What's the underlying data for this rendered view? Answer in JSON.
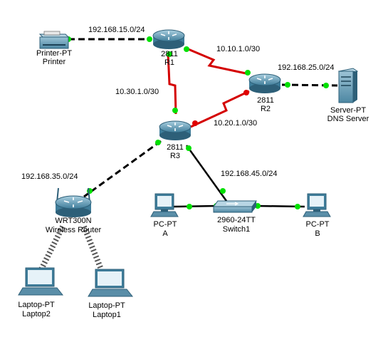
{
  "devices": {
    "printer": {
      "type": "Printer-PT",
      "name": "Printer"
    },
    "r1": {
      "type": "2811",
      "name": "R1"
    },
    "r2": {
      "type": "2811",
      "name": "R2"
    },
    "r3": {
      "type": "2811",
      "name": "R3"
    },
    "server": {
      "type": "Server-PT",
      "name": "DNS Server"
    },
    "wireless": {
      "type": "WRT300N",
      "name": "Wireless Router"
    },
    "switch": {
      "type": "2960-24TT",
      "name": "Switch1"
    },
    "pc_a": {
      "type": "PC-PT",
      "name": "A"
    },
    "pc_b": {
      "type": "PC-PT",
      "name": "B"
    },
    "laptop2": {
      "type": "Laptop-PT",
      "name": "Laptop2"
    },
    "laptop1": {
      "type": "Laptop-PT",
      "name": "Laptop1"
    }
  },
  "networks": {
    "printer_lan": "192.168.15.0/24",
    "r1_r2": "10.10.1.0/30",
    "r1_r3": "10.30.1.0/30",
    "r2_r3": "10.20.1.0/30",
    "server_lan": "192.168.25.0/24",
    "wireless_lan": "192.168.35.0/24",
    "switch_lan": "192.168.45.0/24"
  },
  "colors": {
    "link_up": "#00e000",
    "link_down": "#e00000",
    "serial": "#d40000",
    "ethernet": "#000000",
    "device_body": "#5a8ea8",
    "device_dark": "#2d5f78",
    "background": "#ffffff"
  }
}
